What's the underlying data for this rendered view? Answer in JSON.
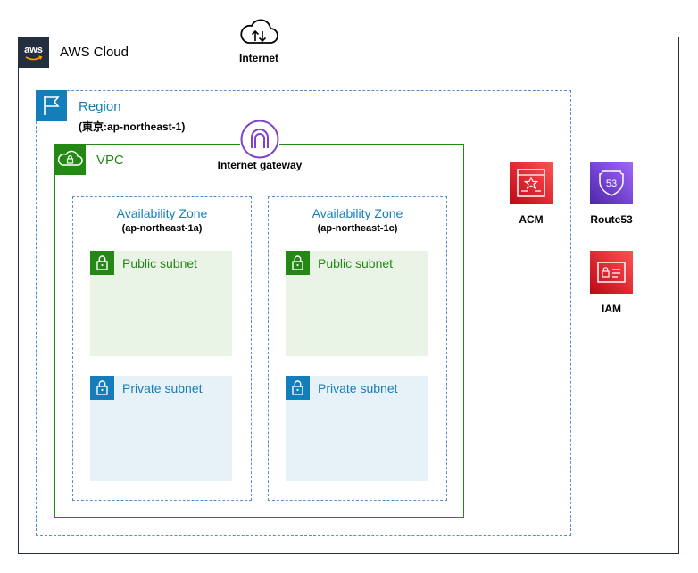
{
  "cloud": {
    "label": "AWS Cloud",
    "logo_text": "aws"
  },
  "internet": {
    "label": "Internet"
  },
  "region": {
    "label": "Region",
    "sublabel": "(東京:ap-northeast-1)"
  },
  "vpc": {
    "label": "VPC"
  },
  "igw": {
    "label": "Internet gateway"
  },
  "azs": [
    {
      "title": "Availability Zone",
      "sub": "(ap-northeast-1a)",
      "public": "Public subnet",
      "private": "Private subnet"
    },
    {
      "title": "Availability Zone",
      "sub": "(ap-northeast-1c)",
      "public": "Public subnet",
      "private": "Private subnet"
    }
  ],
  "services": [
    {
      "label": "ACM",
      "icon": "acm-icon",
      "color": "#d6232f"
    },
    {
      "label": "Route53",
      "icon": "route53-icon",
      "color": "#6f3dd1"
    },
    {
      "label": "IAM",
      "icon": "iam-icon",
      "color": "#d6232f"
    }
  ],
  "colors": {
    "aws_dark": "#232f3e",
    "region_blue": "#147eba",
    "vpc_green": "#248814",
    "public_bg": "#e9f3e6",
    "private_bg": "#e6f2f8"
  }
}
